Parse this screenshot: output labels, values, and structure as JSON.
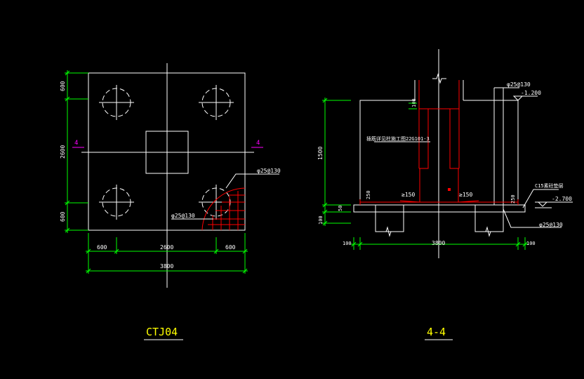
{
  "colors": {
    "background": "#000000",
    "outline": "#ffffff",
    "dimension": "#00ff00",
    "rebar": "#ff0000",
    "section_marker": "#ff00ff",
    "title": "#ffff00"
  },
  "plan": {
    "title": "CTJ04",
    "section_mark_left": "4",
    "section_mark_right": "4",
    "dim_left_top": "600",
    "dim_left_mid": "2600",
    "dim_left_bottom": "600",
    "dim_bottom_left": "600",
    "dim_bottom_mid": "2600",
    "dim_bottom_right": "600",
    "dim_bottom_total": "3800",
    "rebar_top_label": "φ25@130",
    "rebar_bottom_label": "φ25@130"
  },
  "section": {
    "title": "4-4",
    "rebar_top_label": "φ25@130",
    "elevation_top": "-1.200",
    "column_note": "插筋详见柱施工图22G101-3",
    "dim_left_height": "1500",
    "dim_left_lower": "50",
    "dim_left_bottom": "100",
    "dim_inner_top": "100",
    "dim_inner_left": "250",
    "dim_inner_right": "250",
    "angle_left": "≥150",
    "angle_right": "≥150",
    "cushion_note": "C15素砼垫层",
    "elevation_bottom": "-2.700",
    "rebar_bottom_label": "φ25@130",
    "dim_bottom_left": "100",
    "dim_bottom_total": "3800",
    "dim_bottom_right": "100"
  }
}
